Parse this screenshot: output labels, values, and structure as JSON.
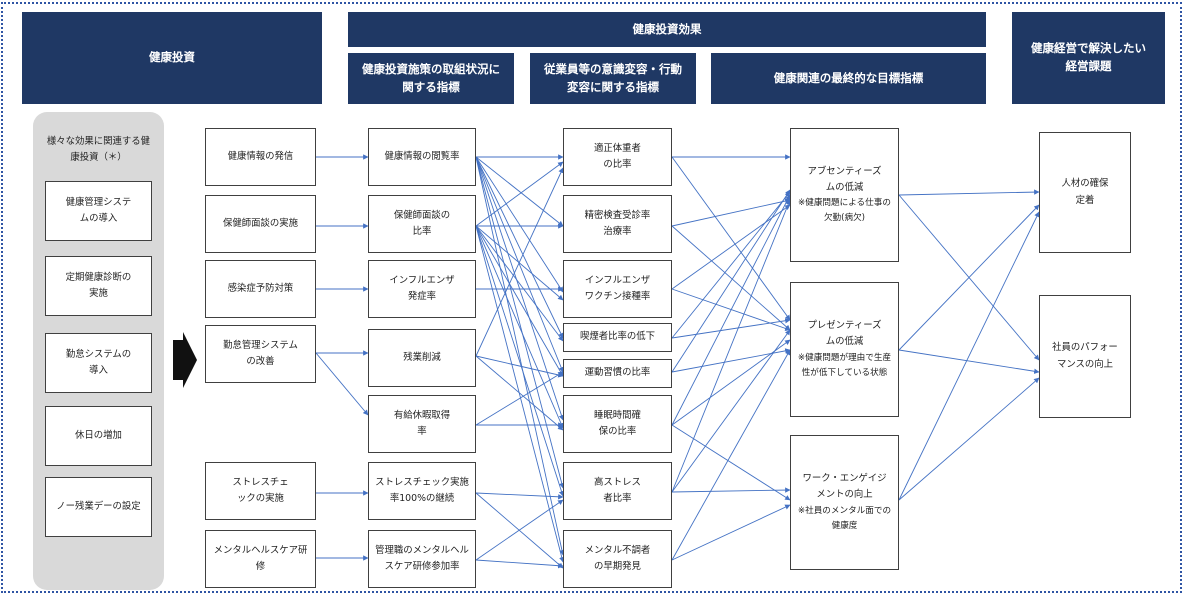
{
  "headers": {
    "investment": "健康投資",
    "effects": "健康投資効果",
    "management_issue": "健康経営で解決したい経営課題",
    "initiative_indicators": "健康投資施策の取組状況に関する指標",
    "behavior_indicators": "従業員等の意識変容・行動変容に関する指標",
    "final_indicators": "健康関連の最終的な目標指標"
  },
  "panel": {
    "title": "様々な効果に関連する健康投資（＊）",
    "items": [
      "健康管理システムの導入",
      "定期健康診断の実施",
      "勤怠システムの導入",
      "休日の増加",
      "ノー残業デーの設定"
    ]
  },
  "measures": [
    "健康情報の発信",
    "保健師面談の実施",
    "感染症予防対策",
    "勤怠管理システムの改善",
    "ストレスチェックの実施",
    "メンタルヘルスケア研修"
  ],
  "initiative_metrics": [
    "健康情報の閲覧率",
    "保健師面談の比率",
    "インフルエンザ発症率",
    "残業削減",
    "有給休暇取得率",
    "ストレスチェック実施率100%の継続",
    "管理職のメンタルヘルスケア研修参加率"
  ],
  "behavior_metrics": [
    "適正体重者の比率",
    "精密検査受診率治療率",
    "インフルエンザワクチン接種率",
    "喫煙者比率の低下",
    "運動習慣の比率",
    "睡眠時間確保の比率",
    "高ストレス者比率",
    "メンタル不調者の早期発見"
  ],
  "final_metrics": [
    {
      "title": "アブセンティーズムの低減",
      "note": "※健康問題による仕事の欠勤(病欠)"
    },
    {
      "title": "プレゼンティーズムの低減",
      "note": "※健康問題が理由で生産性が低下している状態"
    },
    {
      "title": "ワーク・エンゲイジメントの向上",
      "note": "※社員のメンタル面での健康度"
    }
  ],
  "outcomes": [
    "人材の確保定着",
    "社員のパフォーマンスの向上"
  ],
  "colors": {
    "header_bg": "#1f3864",
    "arrow": "#4472c4",
    "panel_bg": "#d9d9d9",
    "frame": "#2f55a4"
  }
}
